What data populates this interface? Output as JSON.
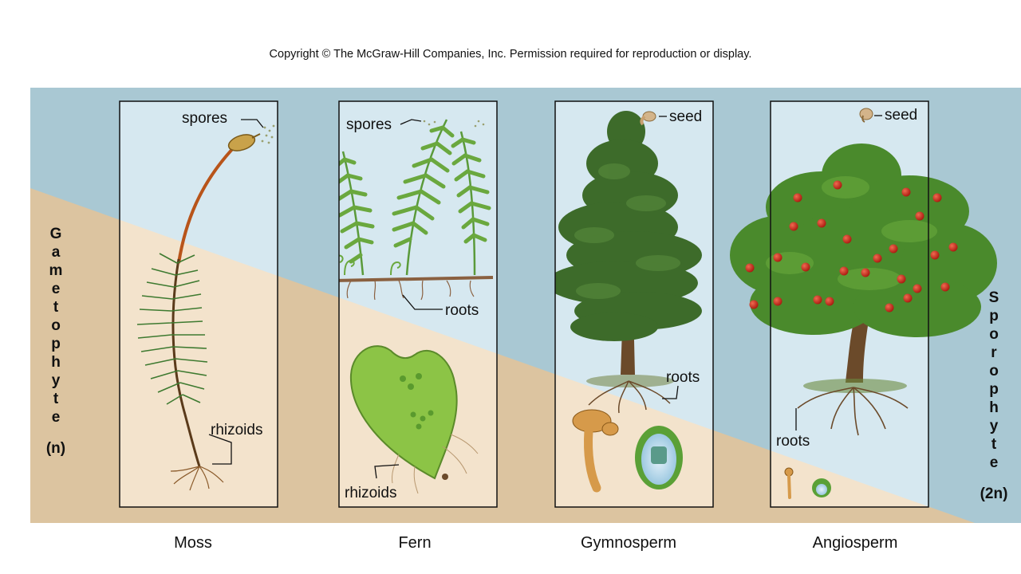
{
  "copyright": "Copyright © The McGraw-Hill Companies, Inc. Permission required for reproduction or display.",
  "side_labels": {
    "gametophyte": "Gametophyte",
    "gametophyte_ploidy": "(n)",
    "sporophyte": "Sporophyte",
    "sporophyte_ploidy": "(2n)"
  },
  "plants": [
    {
      "name": "Moss",
      "callouts": [
        "spores",
        "rhizoids"
      ]
    },
    {
      "name": "Fern",
      "callouts": [
        "spores",
        "roots",
        "rhizoids"
      ]
    },
    {
      "name": "Gymnosperm",
      "callouts": [
        "seed",
        "roots"
      ]
    },
    {
      "name": "Angiosperm",
      "callouts": [
        "seed",
        "roots"
      ]
    }
  ],
  "colors": {
    "sporophyte_bg": "#a9c8d3",
    "gametophyte_bg": "#dcc4a0",
    "panel_sky": "#d6e8f0",
    "panel_ground": "#f3e3cc",
    "foliage": "#4a8a2c",
    "conifer": "#3d6b2a",
    "bark": "#6b4a2a",
    "fruit": "#c92a1e",
    "moss_stalk": "#b8541a"
  }
}
